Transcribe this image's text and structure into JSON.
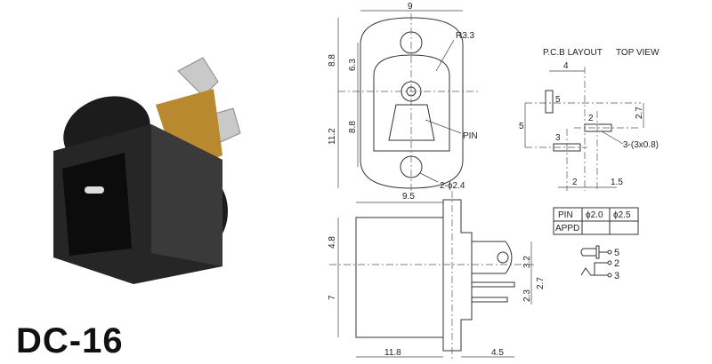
{
  "product": {
    "model": "DC-16"
  },
  "top_view": {
    "dims": {
      "width": "9",
      "upper": "8.8",
      "upper_inner": "6.3",
      "lower": "11.2",
      "lower_inner": "8.8"
    },
    "labels": {
      "radius": "R3.3",
      "pin": "PIN",
      "holes": "2-ϕ2.4"
    }
  },
  "side_view": {
    "dims": {
      "top": "9.5",
      "upper": "4.8",
      "lower": "7",
      "tab": "3.2",
      "pin_spacing": "2.7",
      "pin_low": "2.3",
      "length": "11.8",
      "tail": "4.5"
    }
  },
  "pcb_layout": {
    "title": "P.C.B LAYOUT",
    "subtitle": "TOP VIEW",
    "dims": {
      "top": "4",
      "left": "5",
      "right": "2.7",
      "bottom_left": "2",
      "bottom_right": "1.5"
    },
    "pins": [
      "5",
      "2",
      "3"
    ],
    "pad_note": "3-(3x0.8)"
  },
  "pin_table": {
    "headers": [
      "PIN",
      "ϕ2.0",
      "ϕ2.5"
    ],
    "rows": [
      [
        "APPD",
        "",
        ""
      ]
    ]
  },
  "schematic": {
    "pins": [
      "5",
      "2",
      "3"
    ]
  }
}
